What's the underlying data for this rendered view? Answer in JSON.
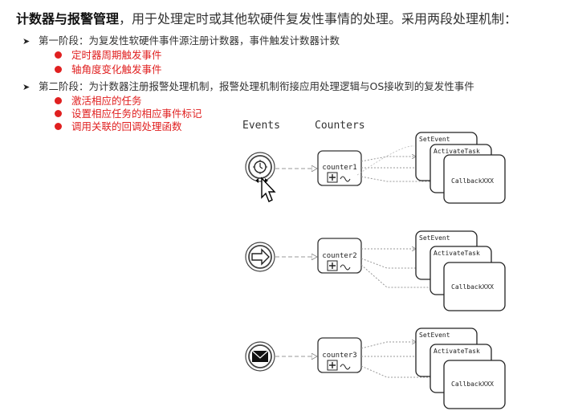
{
  "headline": {
    "bold": "计数器与报警管理",
    "rest": "，用于处理定时或其他软硬件复发性事情的处理。采用两段处理机制："
  },
  "stage1": {
    "label": "第一阶段：为复发性软硬件事件源注册计数器，事件触发计数器计数",
    "bullets": [
      "定时器周期触发事件",
      "轴角度变化触发事件"
    ]
  },
  "stage2": {
    "label": "第二阶段：为计数器注册报警处理机制，报警处理机制衔接应用处理逻辑与OS接收到的复发性事件",
    "bullets": [
      "激活相应的任务",
      "设置相应任务的相应事件标记",
      "调用关联的回调处理函数"
    ]
  },
  "diagram": {
    "events_header": "Events",
    "counters_header": "Counters",
    "rows": [
      {
        "event_icon": "clock-icon",
        "counter": "counter1",
        "actions": [
          "SetEvent",
          "ActivateTask",
          "CallbackXXX"
        ]
      },
      {
        "event_icon": "arrow-right-icon",
        "counter": "counter2",
        "actions": [
          "SetEvent",
          "ActivateTask",
          "CallbackXXX"
        ]
      },
      {
        "event_icon": "envelope-icon",
        "counter": "counter3",
        "actions": [
          "SetEvent",
          "ActivateTask",
          "CallbackXXX"
        ]
      }
    ]
  },
  "colors": {
    "accent_red": "#e02020",
    "text": "#333333"
  }
}
